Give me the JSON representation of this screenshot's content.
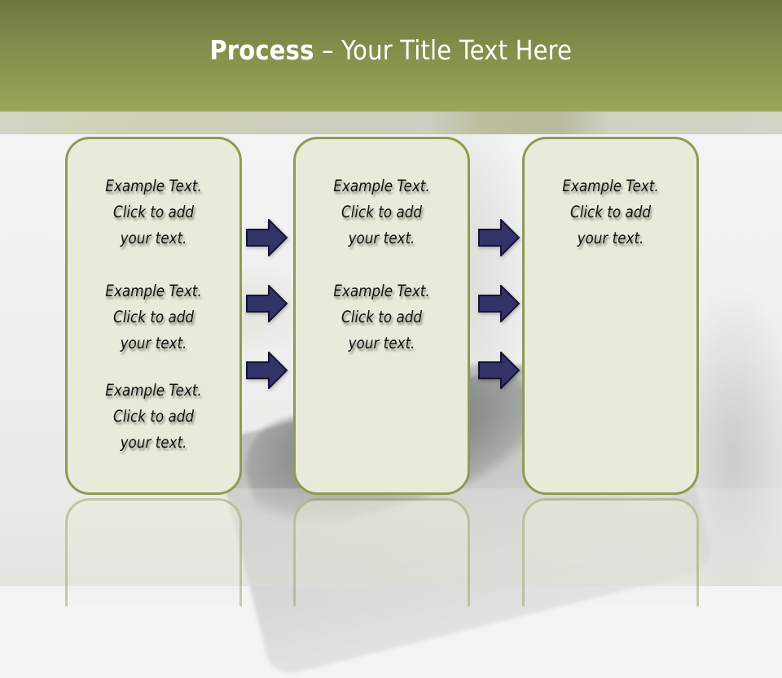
{
  "header": {
    "title_bold": "Process",
    "title_rest": " – Your Title Text Here"
  },
  "colors": {
    "header_top": "#6c763e",
    "header_bottom": "#9aa65a",
    "box_fill": "#e8ebda",
    "box_border": "#8f9a55",
    "arrow_fill": "#33336a",
    "arrow_outline": "#14142e",
    "text": "#111111"
  },
  "columns": [
    {
      "items": [
        {
          "line1": "Example Text.",
          "line2": "Click  to add",
          "line3": "your text."
        },
        {
          "line1": "Example Text.",
          "line2": "Click  to add",
          "line3": "your text."
        },
        {
          "line1": "Example Text.",
          "line2": "Click  to add",
          "line3": "your text."
        }
      ]
    },
    {
      "items": [
        {
          "line1": "Example Text.",
          "line2": "Click  to add",
          "line3": "your text."
        },
        {
          "line1": "Example Text.",
          "line2": "Click  to add",
          "line3": "your text."
        }
      ]
    },
    {
      "items": [
        {
          "line1": "Example Text.",
          "line2": "Click  to add",
          "line3": "your text."
        }
      ]
    }
  ],
  "arrows": {
    "icon": "right-arrow-icon",
    "count_per_gap": 3,
    "gaps": 2
  }
}
